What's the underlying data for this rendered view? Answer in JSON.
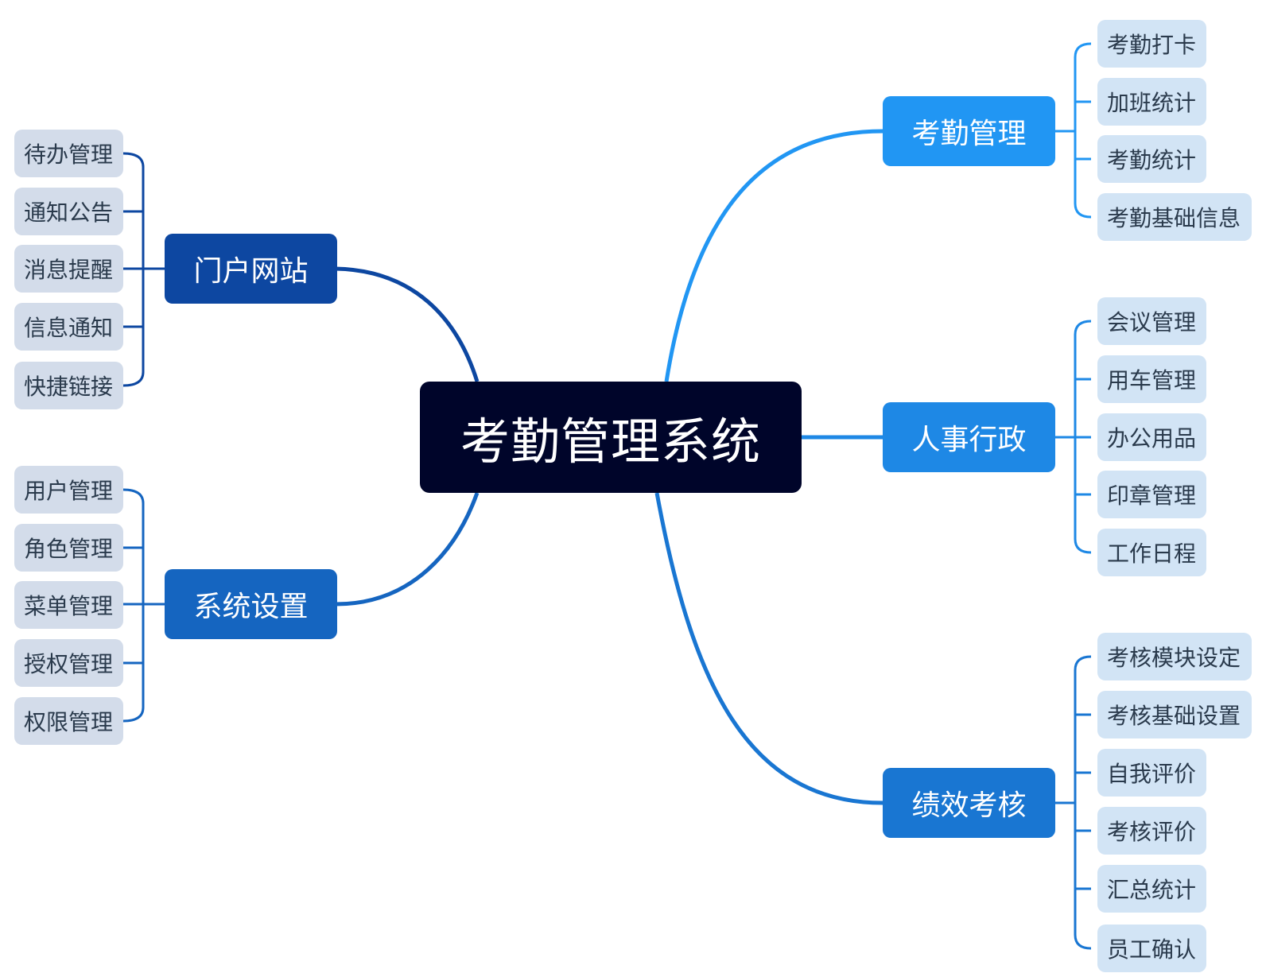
{
  "center": {
    "label": "考勤管理系统",
    "color": "#00052a"
  },
  "branches": [
    {
      "id": "b-attendance",
      "label": "考勤管理",
      "color": "#2196f3",
      "items": [
        "考勤打卡",
        "加班统计",
        "考勤统计",
        "考勤基础信息"
      ]
    },
    {
      "id": "b-hr",
      "label": "人事行政",
      "color": "#1e88e5",
      "items": [
        "会议管理",
        "用车管理",
        "办公用品",
        "印章管理",
        "工作日程"
      ]
    },
    {
      "id": "b-perf",
      "label": "绩效考核",
      "color": "#1976d2",
      "items": [
        "考核模块设定",
        "考核基础设置",
        "自我评价",
        "考核评价",
        "汇总统计",
        "员工确认"
      ]
    },
    {
      "id": "b-portal",
      "label": "门户网站",
      "color": "#0d47a1",
      "items": [
        "待办管理",
        "通知公告",
        "消息提醒",
        "信息通知",
        "快捷链接"
      ]
    },
    {
      "id": "b-system",
      "label": "系统设置",
      "color": "#1565c0",
      "items": [
        "用户管理",
        "角色管理",
        "菜单管理",
        "授权管理",
        "权限管理"
      ]
    }
  ]
}
